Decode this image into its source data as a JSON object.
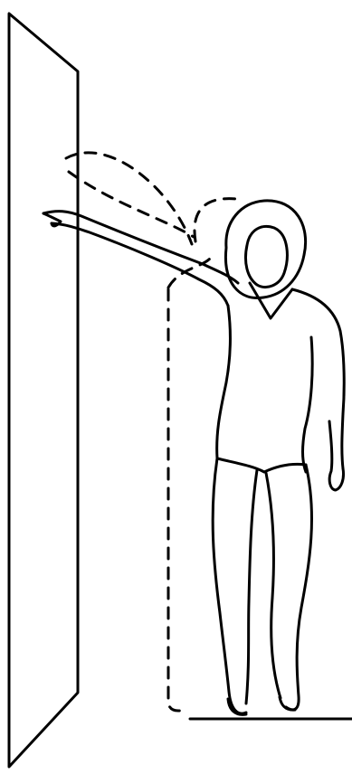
{
  "colors": {
    "ink": "#000000",
    "background": "#ffffff"
  },
  "figure": {
    "type": "line-drawing",
    "description_elements": [
      "wall-panel",
      "standing-person",
      "raised-arm",
      "dashed-arm-path",
      "floor-line"
    ]
  }
}
